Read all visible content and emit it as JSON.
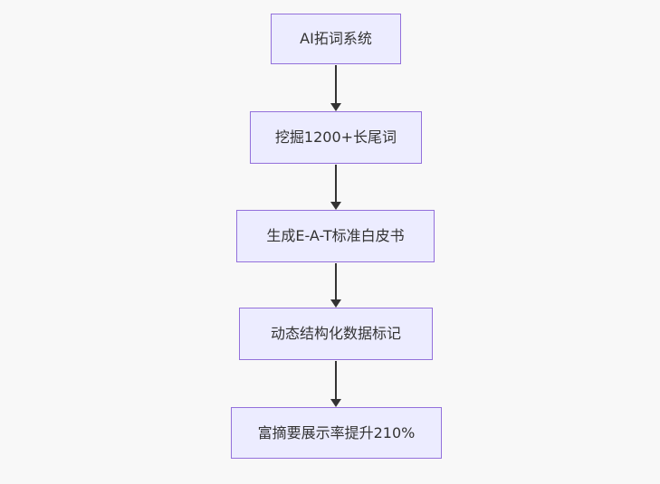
{
  "diagram": {
    "type": "flowchart-vertical",
    "colors": {
      "background": "#f8f8f8",
      "node-fill": "#ECECFF",
      "node-border": "#9370DB",
      "node-text": "#333333",
      "arrow": "#333333"
    },
    "nodes": [
      {
        "label": "AI拓词系统"
      },
      {
        "label": "挖掘1200+长尾词"
      },
      {
        "label": "生成E-A-T标准白皮书"
      },
      {
        "label": "动态结构化数据标记"
      },
      {
        "label": "富摘要展示率提升210%"
      }
    ],
    "edges": [
      {
        "from": "AI拓词系统",
        "to": "挖掘1200+长尾词"
      },
      {
        "from": "挖掘1200+长尾词",
        "to": "生成E-A-T标准白皮书"
      },
      {
        "from": "生成E-A-T标准白皮书",
        "to": "动态结构化数据标记"
      },
      {
        "from": "动态结构化数据标记",
        "to": "富摘要展示率提升210%"
      }
    ]
  }
}
